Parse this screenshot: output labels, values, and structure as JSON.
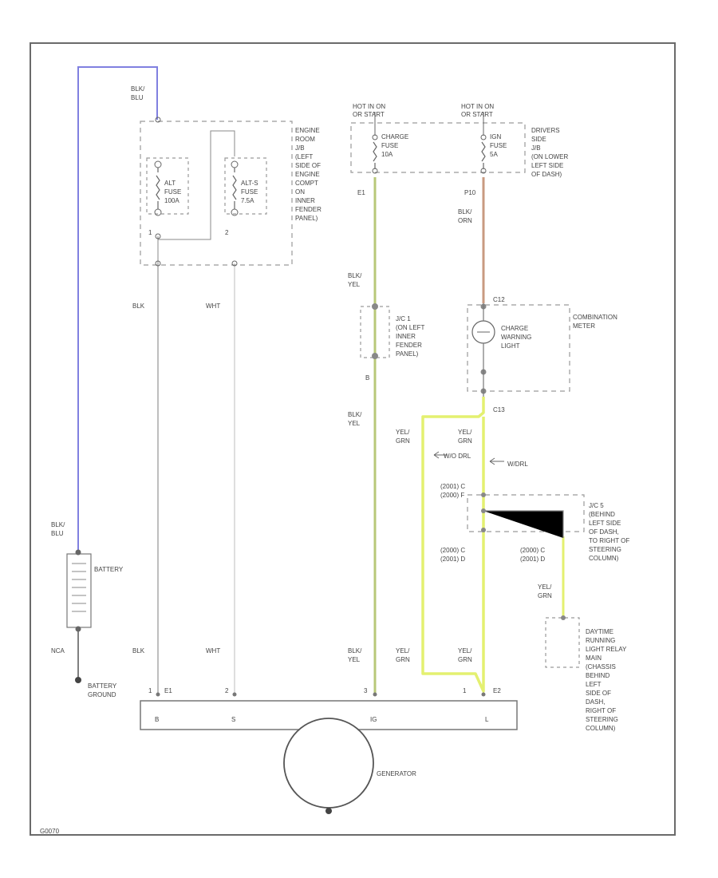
{
  "labels": {
    "hot_in_on_left": "HOT IN ON",
    "start_run_left": "OR START",
    "hot_in_on_right": "HOT IN ON",
    "start_run_right": "OR START",
    "blk_blu_top": [
      "BLK/",
      "BLU"
    ],
    "blk_blu_bottom": [
      "BLK/",
      "BLU"
    ],
    "alt_fuse": [
      "ALT",
      "FUSE",
      "100A"
    ],
    "alt_s_fuse": [
      "ALT-S",
      "FUSE",
      "7.5A"
    ],
    "engine_room_jb": [
      "ENGINE",
      "ROOM",
      "J/B",
      "(LEFT",
      "SIDE OF",
      "ENGINE",
      "COMPT",
      "ON",
      "INNER",
      "FENDER",
      "PANEL)"
    ],
    "charge_fuse": [
      "CHARGE",
      "FUSE",
      "10A"
    ],
    "ign_fuse": [
      "IGN",
      "FUSE",
      "5A"
    ],
    "drivers_side_jb": [
      "DRIVERS",
      "SIDE",
      "J/B",
      "(ON LOWER",
      "LEFT SIDE",
      "OF DASH)"
    ],
    "e1": "E1",
    "p10": "P10",
    "blk_orn": [
      "BLK/",
      "ORN"
    ],
    "blk_yel_1": [
      "BLK/",
      "YEL"
    ],
    "blk_yel_2": [
      "BLK/",
      "YEL"
    ],
    "blk_yel_3": [
      "BLK/",
      "YEL"
    ],
    "c12": "C12",
    "combination_meter": [
      "COMBINATION",
      "METER"
    ],
    "charge_warning_light": [
      "CHARGE",
      "WARNING",
      "LIGHT"
    ],
    "jc1": [
      "J/C 1",
      "(ON LEFT",
      "INNER",
      "FENDER",
      "PANEL)"
    ],
    "b_label": "B",
    "c13": "C13",
    "yel_grn_1": [
      "YEL/",
      "GRN"
    ],
    "yel_grn_2": [
      "YEL/",
      "GRN"
    ],
    "yel_grn_3": [
      "YEL/",
      "GRN"
    ],
    "yel_grn_4": [
      "YEL/",
      "GRN"
    ],
    "yel_grn_5": [
      "YEL/",
      "GRN"
    ],
    "wo_drl": "W/O DRL",
    "w_drl": "W/DRL",
    "fn_2001": [
      "(2001) C",
      "(2000) F"
    ],
    "fn_2000": [
      "(2000) C",
      "(2001) D"
    ],
    "fn_2000b": [
      "(2000) C",
      "(2001) D"
    ],
    "jc5": [
      "J/C 5",
      "(BEHIND",
      "LEFT SIDE",
      "OF DASH,",
      "TO RIGHT OF",
      "STEERING",
      "COLUMN)"
    ],
    "drl_relay": [
      "DAYTIME",
      "RUNNING",
      "LIGHT RELAY",
      "MAIN",
      "(CHASSIS",
      "BEHIND",
      "LEFT",
      "SIDE OF",
      "DASH,",
      "RIGHT OF",
      "STEERING",
      "COLUMN)"
    ],
    "blk_1": "BLK",
    "blk_2": "BLK",
    "wht_1": "WHT",
    "wht_2": "WHT",
    "nca": "NCA",
    "battery": "BATTERY",
    "battery_ground": [
      "BATTERY",
      "GROUND"
    ],
    "pin_b": "B",
    "pin_s": "S",
    "pin_ig": "IG",
    "pin_l": "L",
    "pin_1a": "1",
    "pin_2a": "2",
    "pin_1b": "1",
    "pin_2b": "2",
    "pin_3": "3",
    "pin_1c": "1",
    "e1_conn": "E1",
    "e2_conn": "E2",
    "generator": "GENERATOR",
    "footer_code": "G0070"
  },
  "colors": {
    "blk_blu_wire": "#8080e0",
    "blk_yel_wire": "#b8c878",
    "blk_orn_wire": "#c89a80",
    "yel_grn_wire": "#e4f070",
    "blk_wire": "#a8a8a8",
    "wht_wire": "#d0d0d0",
    "frame": "#707070",
    "dash": "#9a9a9a"
  }
}
